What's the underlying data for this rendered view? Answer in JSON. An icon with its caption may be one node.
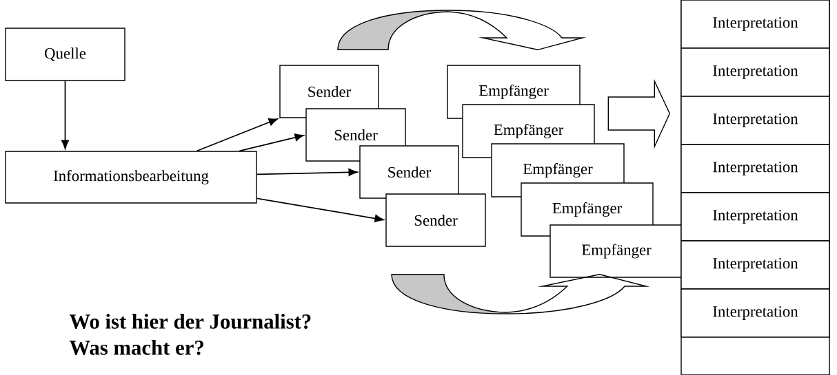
{
  "diagram": {
    "nodes": [
      {
        "text": [
          "Quelle"
        ]
      },
      {
        "text": [
          "Informationsbearbeitung"
        ]
      },
      {
        "text": [
          "Sender"
        ]
      },
      {
        "text": [
          "Sender"
        ]
      },
      {
        "text": [
          "Sender"
        ]
      },
      {
        "text": [
          "Sender"
        ]
      },
      {
        "text": [
          "Empfänger"
        ]
      },
      {
        "text": [
          "Empfänger"
        ]
      },
      {
        "text": [
          "Empfänger"
        ]
      },
      {
        "text": [
          "Empfänger"
        ]
      },
      {
        "text": [
          "Empfänger"
        ]
      },
      {
        "text": [],
        "shape": "box"
      },
      {
        "text": [
          "Interpretation"
        ],
        "in": 11
      },
      {
        "text": [
          "Interpretation"
        ],
        "in": 11
      },
      {
        "text": [
          "Interpretation"
        ],
        "in": 11
      },
      {
        "text": [
          "Interpretation"
        ],
        "in": 11
      },
      {
        "text": [
          "Interpretation"
        ],
        "in": 11
      },
      {
        "text": [
          "Interpretation"
        ],
        "in": 11
      },
      {
        "text": [
          "Interpretation"
        ],
        "in": 11
      }
    ],
    "edges": [
      {
        "from": 0,
        "to": 1,
        "arrow": "to"
      },
      {
        "from": 1,
        "to": 2,
        "arrow": "to"
      },
      {
        "from": 1,
        "to": 3,
        "arrow": "to"
      },
      {
        "from": 1,
        "to": 4,
        "arrow": "to"
      },
      {
        "from": 1,
        "to": 5,
        "arrow": "to"
      },
      {
        "from": 2,
        "to": 6,
        "arrow": "to"
      },
      {
        "from": 5,
        "to": 10,
        "arrow": "to"
      },
      {
        "from": null,
        "to": 14,
        "arrow": "to"
      }
    ],
    "labels": [
      "Wo ist hier der Journalist?",
      "Was macht er?"
    ]
  }
}
